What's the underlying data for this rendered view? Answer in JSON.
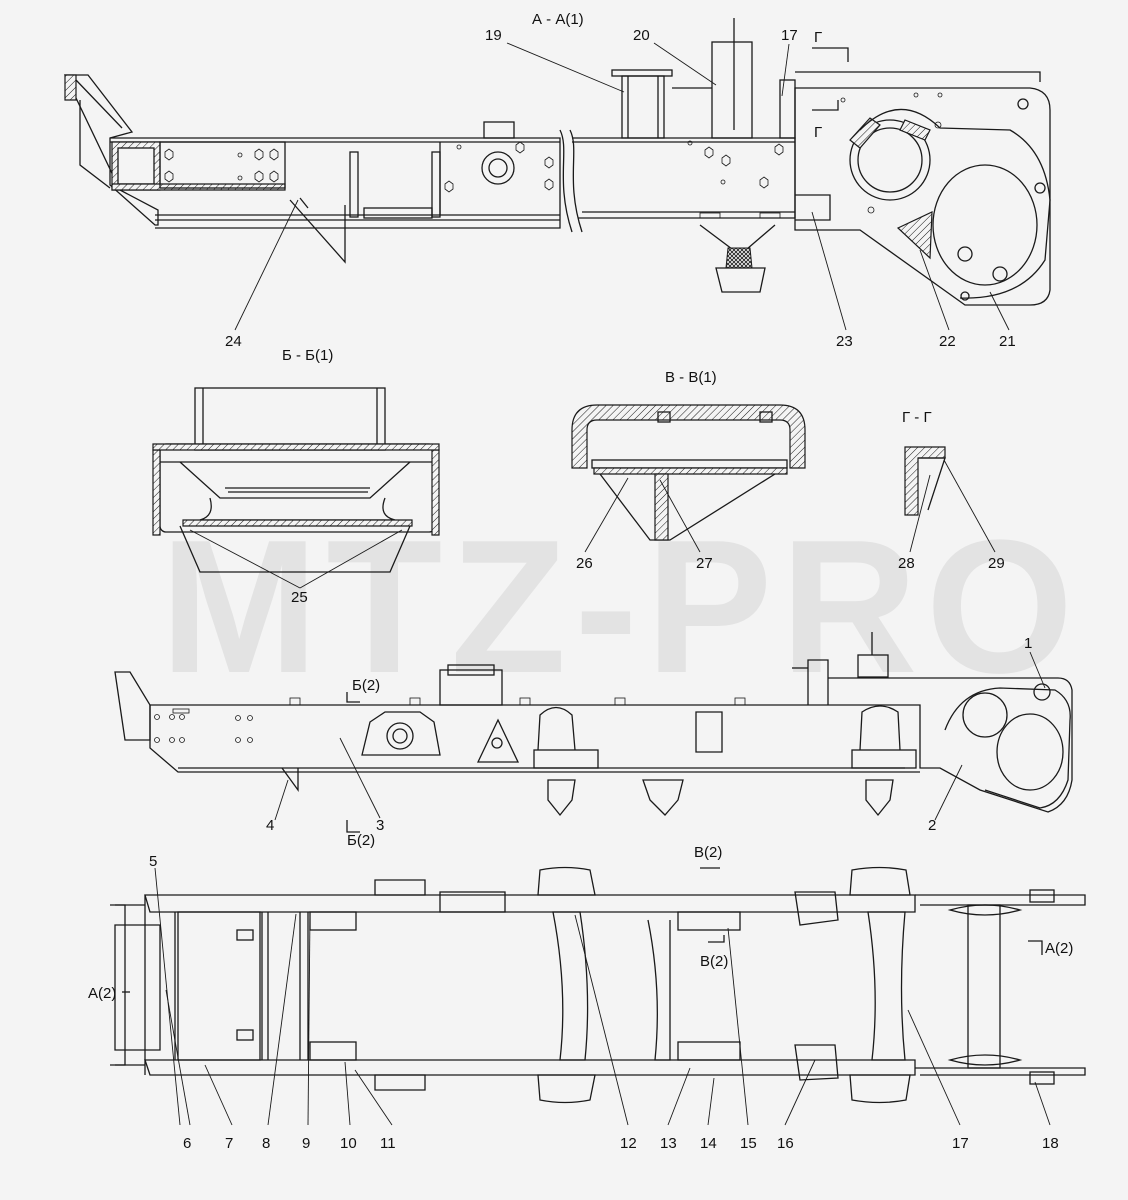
{
  "watermark": "MTZ-PRO",
  "views": {
    "aa": "А - А(1)",
    "bb": "Б - Б(1)",
    "vv": "В - В(1)",
    "gg": "Г - Г"
  },
  "section_marks": {
    "g_top": "Г",
    "g_bottom": "Г",
    "b2_top": "Б(2)",
    "b2_bottom": "Б(2)",
    "v2_top": "В(2)",
    "v2_bottom": "В(2)",
    "a2_left": "А(2)",
    "a2_right": "А(2)"
  },
  "callouts": {
    "c1": "1",
    "c2": "2",
    "c3": "3",
    "c4": "4",
    "c5": "5",
    "c6": "6",
    "c7": "7",
    "c8": "8",
    "c9": "9",
    "c10": "10",
    "c11": "11",
    "c12": "12",
    "c13": "13",
    "c14": "14",
    "c15": "15",
    "c16": "16",
    "c17b": "17",
    "c18": "18",
    "c17a": "17",
    "c19": "19",
    "c20": "20",
    "c21": "21",
    "c22": "22",
    "c23": "23",
    "c24": "24",
    "c25": "25",
    "c26": "26",
    "c27": "27",
    "c28": "28",
    "c29": "29"
  }
}
